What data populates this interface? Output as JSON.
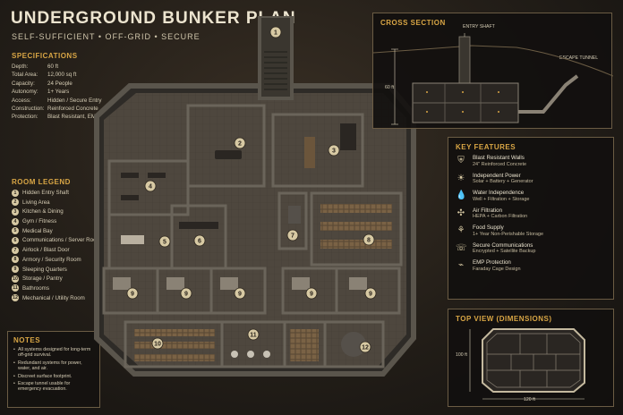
{
  "title": "UNDERGROUND BUNKER PLAN",
  "subtitle": "SELF-SUFFICIENT • OFF-GRID • SECURE",
  "specifications": {
    "heading": "SPECIFICATIONS",
    "rows": [
      {
        "key": "Depth:",
        "value": "60 ft"
      },
      {
        "key": "Total Area:",
        "value": "12,000 sq ft"
      },
      {
        "key": "Capacity:",
        "value": "24 People"
      },
      {
        "key": "Autonomy:",
        "value": "1+ Years"
      },
      {
        "key": "Access:",
        "value": "Hidden / Secure Entry"
      },
      {
        "key": "Construction:",
        "value": "Reinforced Concrete"
      },
      {
        "key": "Protection:",
        "value": "Blast Resistant, EMP Hardened"
      }
    ]
  },
  "legend": {
    "heading": "ROOM LEGEND",
    "items": [
      {
        "num": "1",
        "label": "Hidden Entry Shaft"
      },
      {
        "num": "2",
        "label": "Living Area"
      },
      {
        "num": "3",
        "label": "Kitchen & Dining"
      },
      {
        "num": "4",
        "label": "Gym / Fitness"
      },
      {
        "num": "5",
        "label": "Medical Bay"
      },
      {
        "num": "6",
        "label": "Communications / Server Room"
      },
      {
        "num": "7",
        "label": "Airlock / Blast Door"
      },
      {
        "num": "8",
        "label": "Armory / Security Room"
      },
      {
        "num": "9",
        "label": "Sleeping Quarters"
      },
      {
        "num": "10",
        "label": "Storage / Pantry"
      },
      {
        "num": "11",
        "label": "Bathrooms"
      },
      {
        "num": "12",
        "label": "Mechanical / Utility Room"
      }
    ]
  },
  "notes": {
    "heading": "NOTES",
    "items": [
      "All systems designed for long-term off-grid survival.",
      "Redundant systems for power, water, and air.",
      "Discreet surface footprint.",
      "Escape tunnel usable for emergency evacuation."
    ]
  },
  "cross_section": {
    "heading": "CROSS SECTION",
    "entry_label": "ENTRY SHAFT",
    "escape_label": "ESCAPE TUNNEL",
    "depth_label": "60 ft"
  },
  "features": {
    "heading": "KEY FEATURES",
    "items": [
      {
        "icon": "shield-icon",
        "glyph": "⛨",
        "title": "Blast Resistant Walls",
        "sub": "24\" Reinforced Concrete"
      },
      {
        "icon": "sun-icon",
        "glyph": "☀",
        "title": "Independent Power",
        "sub": "Solar + Battery + Generator"
      },
      {
        "icon": "water-drop-icon",
        "glyph": "💧",
        "title": "Water Independence",
        "sub": "Well + Filtration + Storage"
      },
      {
        "icon": "fan-icon",
        "glyph": "✣",
        "title": "Air Filtration",
        "sub": "HEPA + Carbon Filtration"
      },
      {
        "icon": "food-icon",
        "glyph": "⚘",
        "title": "Food Supply",
        "sub": "1+ Year Non-Perishable Storage"
      },
      {
        "icon": "antenna-icon",
        "glyph": "☏",
        "title": "Secure Communications",
        "sub": "Encrypted + Satellite Backup"
      },
      {
        "icon": "emp-icon",
        "glyph": "⌁",
        "title": "EMP Protection",
        "sub": "Faraday Cage Design"
      }
    ]
  },
  "top_view": {
    "heading": "TOP VIEW (DIMENSIONS)",
    "height_label": "100 ft",
    "width_label": "120 ft"
  },
  "plan_markers": [
    {
      "num": "1",
      "room": "entry-shaft"
    },
    {
      "num": "2",
      "room": "living-area"
    },
    {
      "num": "3",
      "room": "kitchen"
    },
    {
      "num": "4",
      "room": "gym"
    },
    {
      "num": "5",
      "room": "medical"
    },
    {
      "num": "6",
      "room": "comms"
    },
    {
      "num": "7",
      "room": "airlock"
    },
    {
      "num": "8",
      "room": "armory"
    },
    {
      "num": "9",
      "room": "sleep-1"
    },
    {
      "num": "9",
      "room": "sleep-2"
    },
    {
      "num": "9",
      "room": "sleep-3"
    },
    {
      "num": "9",
      "room": "sleep-4"
    },
    {
      "num": "9",
      "room": "sleep-5"
    },
    {
      "num": "10",
      "room": "storage"
    },
    {
      "num": "11",
      "room": "bathrooms"
    },
    {
      "num": "12",
      "room": "mechanical"
    }
  ],
  "colors": {
    "accent": "#d9a645",
    "panel_border": "#6b5c44",
    "wall": "#3b3833",
    "floor": "#5a5247"
  }
}
